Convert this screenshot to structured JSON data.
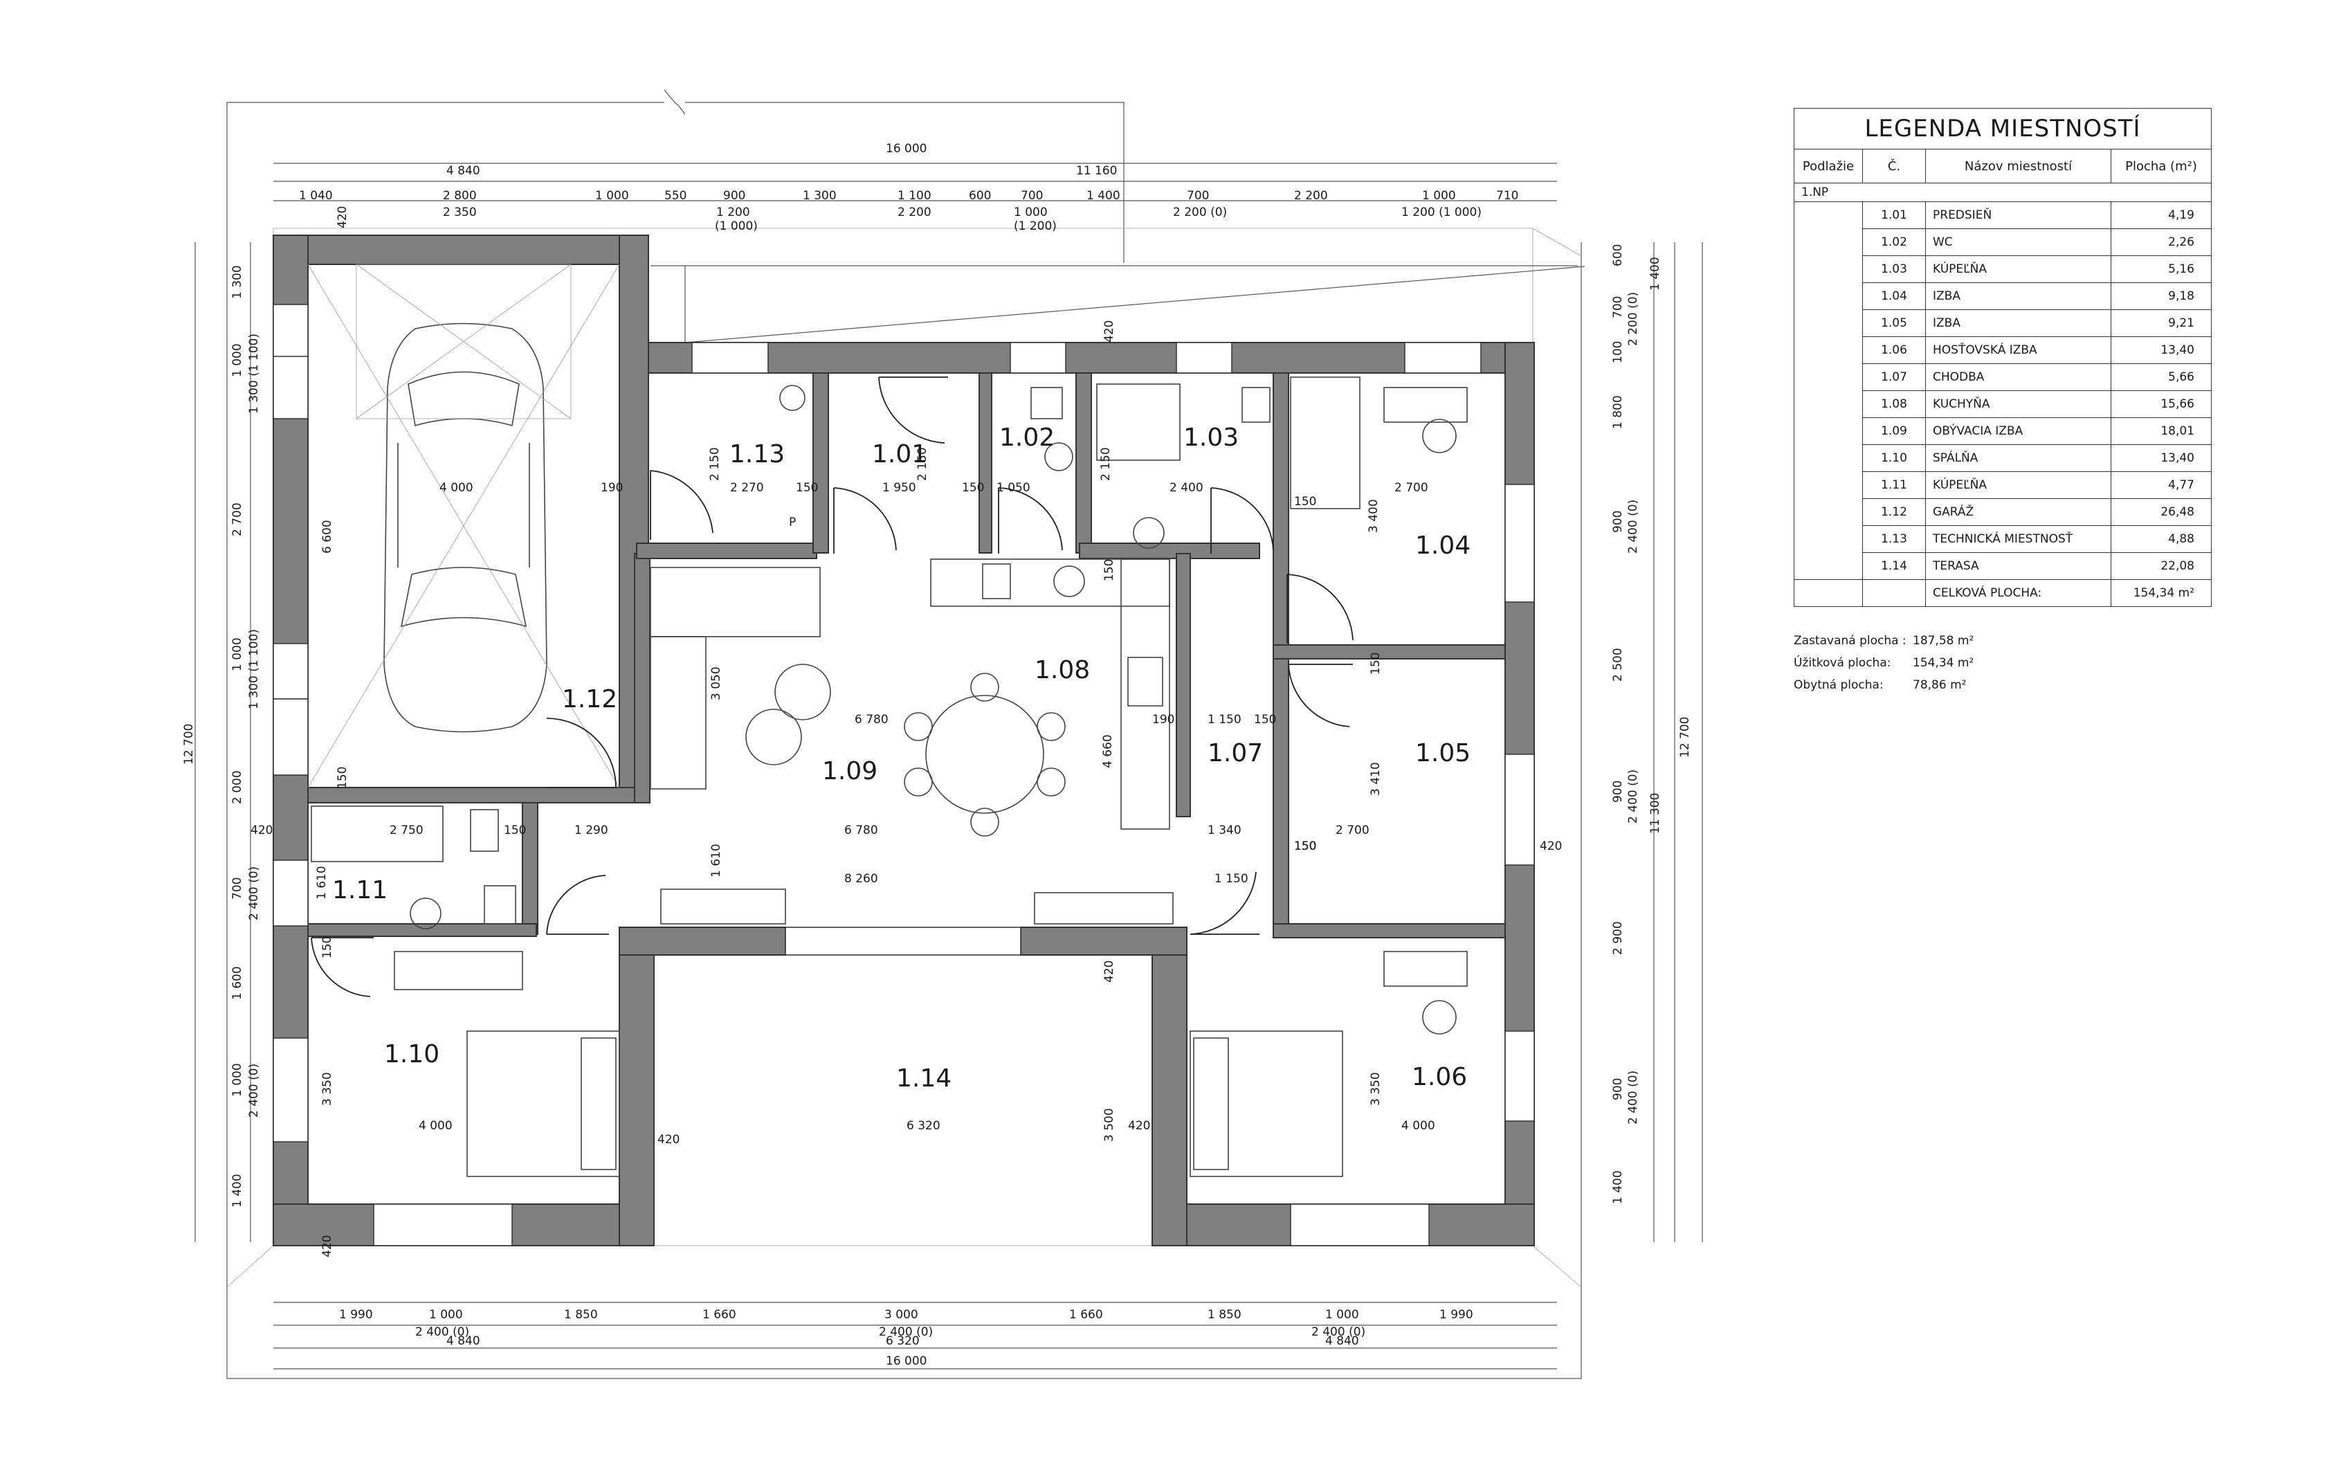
{
  "legend": {
    "title": "LEGENDA MIESTNOSTÍ",
    "headers": {
      "floor": "Podlažie",
      "num": "Č.",
      "name": "Názov miestností",
      "area": "Plocha (m²)"
    },
    "floor_label": "1.NP",
    "rooms": [
      {
        "num": "1.01",
        "name": "PREDSIEŇ",
        "area": "4,19"
      },
      {
        "num": "1.02",
        "name": "WC",
        "area": "2,26"
      },
      {
        "num": "1.03",
        "name": "KÚPEĽŇA",
        "area": "5,16"
      },
      {
        "num": "1.04",
        "name": "IZBA",
        "area": "9,18"
      },
      {
        "num": "1.05",
        "name": "IZBA",
        "area": "9,21"
      },
      {
        "num": "1.06",
        "name": "HOSŤOVSKÁ IZBA",
        "area": "13,40"
      },
      {
        "num": "1.07",
        "name": "CHODBA",
        "area": "5,66"
      },
      {
        "num": "1.08",
        "name": "KUCHYŇA",
        "area": "15,66"
      },
      {
        "num": "1.09",
        "name": "OBÝVACIA IZBA",
        "area": "18,01"
      },
      {
        "num": "1.10",
        "name": "SPÁLŇA",
        "area": "13,40"
      },
      {
        "num": "1.11",
        "name": "KÚPEĽŇA",
        "area": "4,77"
      },
      {
        "num": "1.12",
        "name": "GARÁŽ",
        "area": "26,48"
      },
      {
        "num": "1.13",
        "name": "TECHNICKÁ MIESTNOSŤ",
        "area": "4,88"
      },
      {
        "num": "1.14",
        "name": "TERASA",
        "area": "22,08"
      }
    ],
    "total_label": "CELKOVÁ PLOCHA:",
    "total_area": "154,34 m²"
  },
  "stats": [
    {
      "label": "Zastavaná plocha :",
      "value": "187,58 m²"
    },
    {
      "label": "Úžitková plocha:",
      "value": "154,34 m²"
    },
    {
      "label": "Obytná plocha:",
      "value": "78,86 m²"
    }
  ],
  "room_labels": [
    "1.01",
    "1.02",
    "1.03",
    "1.04",
    "1.05",
    "1.06",
    "1.07",
    "1.08",
    "1.09",
    "1.10",
    "1.11",
    "1.12",
    "1.13",
    "1.14"
  ],
  "dims": {
    "top_total": "16 000",
    "top_left": "4 840",
    "top_right": "11 160",
    "top_row": [
      "1 040",
      "2 800",
      "1 000",
      "550",
      "900",
      "1 300",
      "1 100",
      "600",
      "700",
      "1 400",
      "700",
      "2 200",
      "1 000",
      "710"
    ],
    "top_sub": [
      "2 350",
      "1 200",
      "(1 000)",
      "2 200",
      "1 000",
      "(1 200)",
      "2 200 (0)",
      "1 200 (1 000)"
    ],
    "top_420": "420",
    "bottom_row": [
      "1 990",
      "1 000",
      "1 850",
      "1 660",
      "3 000",
      "1 660",
      "1 850",
      "1 000",
      "1 990"
    ],
    "bottom_sub": [
      "2 400 (0)",
      "2 400 (0)",
      "2 400 (0)"
    ],
    "bottom_parts": [
      "4 840",
      "6 320",
      "4 840"
    ],
    "bottom_total": "16 000",
    "left_row": [
      "1 300",
      "1 000",
      "1 300 (1 100)",
      "2 700",
      "1 000",
      "1 300 (1 100)",
      "2 000",
      "700",
      "2 400 (0)",
      "1 600",
      "1 000",
      "2 400 (0)",
      "1 400"
    ],
    "left_total": "12 700",
    "right_row": [
      "600",
      "700",
      "2 200 (0)",
      "100",
      "1 800",
      "900",
      "2 400 (0)",
      "2 500",
      "900",
      "2 400 (0)",
      "2 900",
      "900",
      "2 400 (0)",
      "1 400"
    ],
    "right_1400": "1 400",
    "right_11300": "11 300",
    "right_total": "12 700",
    "inner": [
      "2 150",
      "2 270",
      "150",
      "1 950",
      "2 150",
      "150",
      "1 050",
      "2 150",
      "2 400",
      "2 700",
      "3 400",
      "150",
      "150",
      "4 000",
      "6 600",
      "190",
      "1 290",
      "1 610",
      "150",
      "2 750",
      "150",
      "1 610",
      "3 050",
      "6 780",
      "6 780",
      "4 660",
      "1 150",
      "150",
      "190",
      "8 260",
      "1 340",
      "1 150",
      "3 410",
      "2 700",
      "150",
      "150",
      "420",
      "420",
      "420",
      "3 350",
      "4 000",
      "6 320",
      "3 500",
      "420",
      "3 350",
      "4 000",
      "420",
      "420",
      "150",
      "420",
      "150",
      "150"
    ],
    "p_mark": "P"
  }
}
